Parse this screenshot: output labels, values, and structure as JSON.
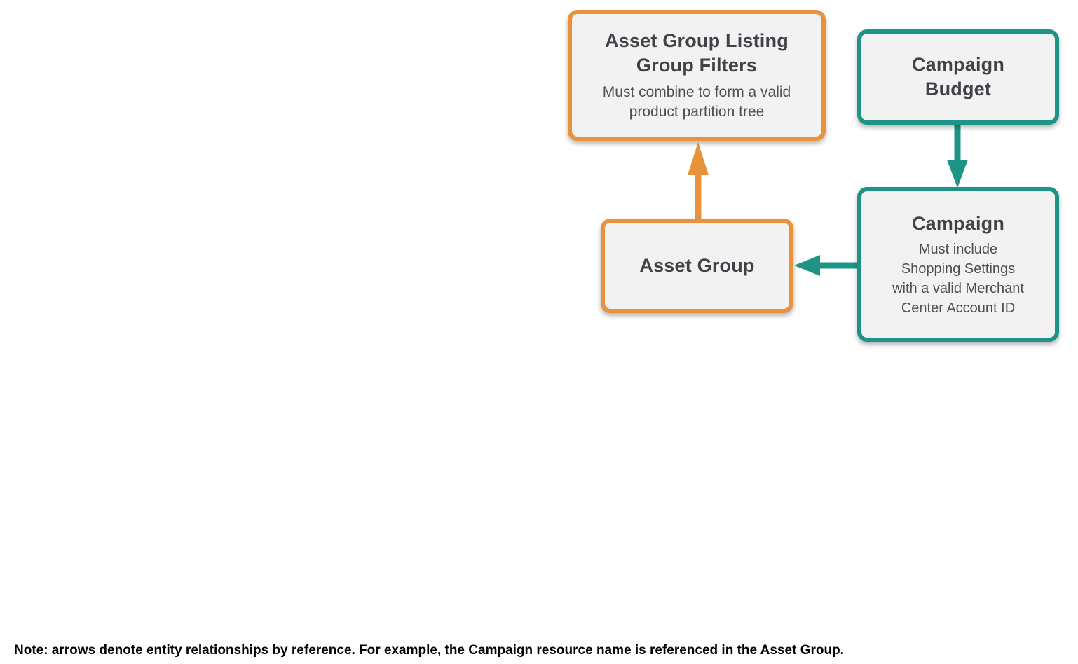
{
  "diagram": {
    "boxes": {
      "filters": {
        "accent": "orange",
        "title": "Asset Group Listing Group Filters",
        "title_lines": [
          "Asset Group Listing",
          "Group Filters"
        ],
        "subtitle": "Must combine to form a valid product partition tree",
        "subtitle_lines": [
          "Must combine to form a valid",
          "product partition tree"
        ]
      },
      "budget": {
        "accent": "teal",
        "title": "Campaign Budget",
        "title_lines": [
          "Campaign",
          "Budget"
        ]
      },
      "campaign": {
        "accent": "teal",
        "title": "Campaign",
        "title_lines": [
          "Campaign"
        ],
        "subtitle": "Must include Shopping Settings with a valid Merchant Center Account ID",
        "subtitle_lines": [
          "Must include",
          "Shopping Settings",
          "with a valid Merchant",
          "Center Account ID"
        ]
      },
      "asset_group": {
        "accent": "orange",
        "title": "Asset Group",
        "title_lines": [
          "Asset Group"
        ]
      }
    },
    "edges": [
      {
        "from": "asset_group",
        "to": "filters",
        "color": "orange",
        "direction": "up"
      },
      {
        "from": "budget",
        "to": "campaign",
        "color": "teal",
        "direction": "down"
      },
      {
        "from": "campaign",
        "to": "asset_group",
        "color": "teal",
        "direction": "left"
      }
    ]
  },
  "note": "Note: arrows denote entity relationships by reference. For example, the Campaign resource name is referenced in the Asset Group.",
  "colors": {
    "orange": "#E8923B",
    "teal": "#1E9487",
    "box_fill": "#F2F2F2",
    "title_text": "#3F4347",
    "subtitle_text": "#4C5055",
    "note_text": "#000000"
  }
}
